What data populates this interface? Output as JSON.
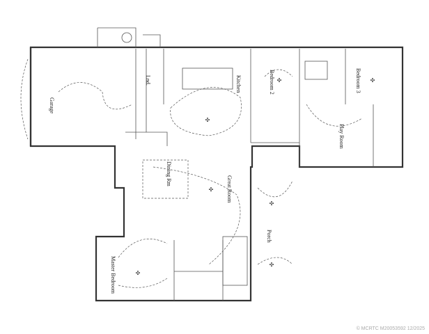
{
  "rooms": {
    "garage": "Garage",
    "laundry": "Lnd.",
    "kitchen": "Kitchen",
    "bedroom2": "Bedroom 2",
    "bedroom3": "Bedroom 3",
    "play_room": "Play Room",
    "dining": "Dining Rm",
    "great_room": "Great Room",
    "porch": "Porch",
    "master": "Master Bedroom"
  },
  "watermark": "© MCRTC M20053592 12/2025"
}
